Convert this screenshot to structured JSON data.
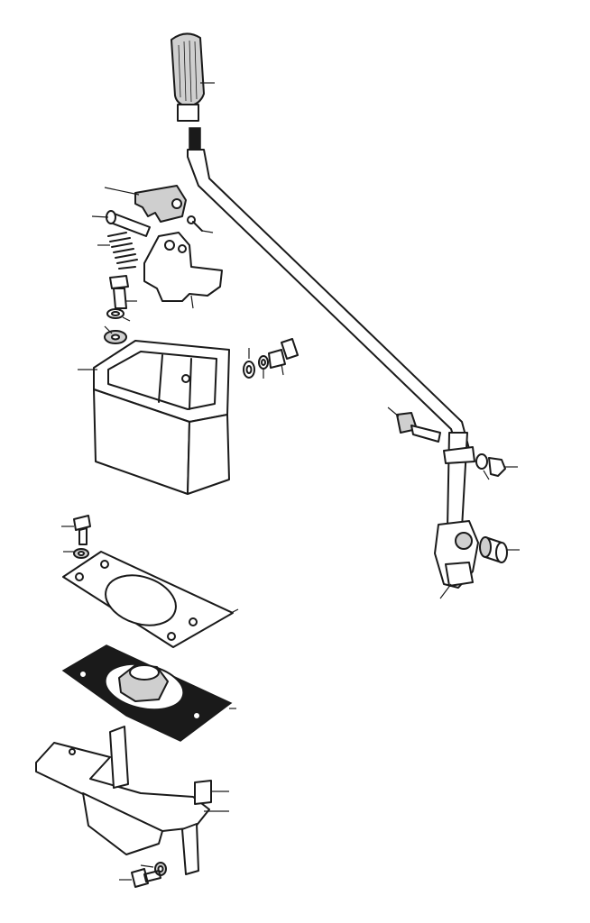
{
  "diagram": {
    "type": "exploded-parts-view",
    "line_color": "#1a1a1a",
    "background": "#ffffff",
    "parts": [
      {
        "name": "knob"
      },
      {
        "name": "gear-lever"
      },
      {
        "name": "pawl"
      },
      {
        "name": "clevis-pin"
      },
      {
        "name": "split-pin"
      },
      {
        "name": "spring"
      },
      {
        "name": "pivot-bracket"
      },
      {
        "name": "bolt"
      },
      {
        "name": "spring-washer"
      },
      {
        "name": "plain-washer"
      },
      {
        "name": "housing"
      },
      {
        "name": "plain-washer-side"
      },
      {
        "name": "spring-washer-side"
      },
      {
        "name": "bolt-side"
      },
      {
        "name": "clamp-bolt"
      },
      {
        "name": "nut"
      },
      {
        "name": "bush"
      },
      {
        "name": "lever-fork"
      },
      {
        "name": "screw"
      },
      {
        "name": "washer"
      },
      {
        "name": "gasket"
      },
      {
        "name": "seal-plate"
      },
      {
        "name": "base-bracket"
      },
      {
        "name": "tab"
      },
      {
        "name": "bracket-bolt"
      },
      {
        "name": "bracket-washer"
      }
    ]
  }
}
